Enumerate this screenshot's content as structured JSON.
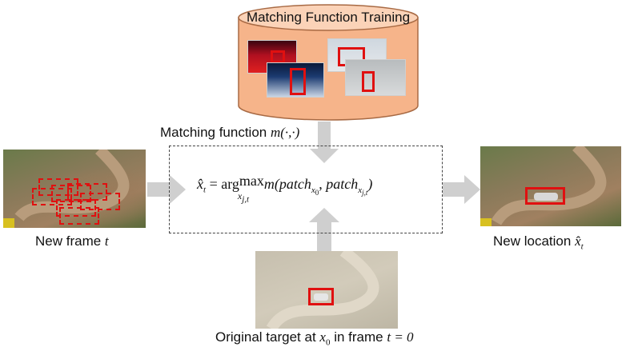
{
  "database": {
    "title": "Matching Function Training"
  },
  "labels": {
    "matching_function_text": "Matching function",
    "matching_function_math": "m(·,·)",
    "new_frame_text": "New frame",
    "new_frame_math": "t",
    "new_location_text": "New location",
    "new_location_math": "x̂",
    "new_location_sub": "t",
    "original_target_text": "Original target at",
    "original_target_x": "x",
    "original_target_x_sub": "0",
    "original_target_mid": "in frame",
    "original_target_eq": "t = 0"
  },
  "formula": {
    "lhs": "x̂",
    "lhs_sub": "t",
    "eq": " = arg",
    "max": "max",
    "max_under": "x",
    "max_under_sub": "j,t",
    "func": "m(",
    "patch1": "patch",
    "patch1_sub": "x",
    "patch1_subsub": "0",
    "comma": ", ",
    "patch2": "patch",
    "patch2_sub": "x",
    "patch2_subsub": "j,t",
    "close": ")"
  },
  "colors": {
    "cylinder_fill": "#f6b48a",
    "cylinder_stroke": "#a86a44",
    "arrow": "#cfcfcf",
    "bbox": "#e01010",
    "box_border": "#444444"
  }
}
